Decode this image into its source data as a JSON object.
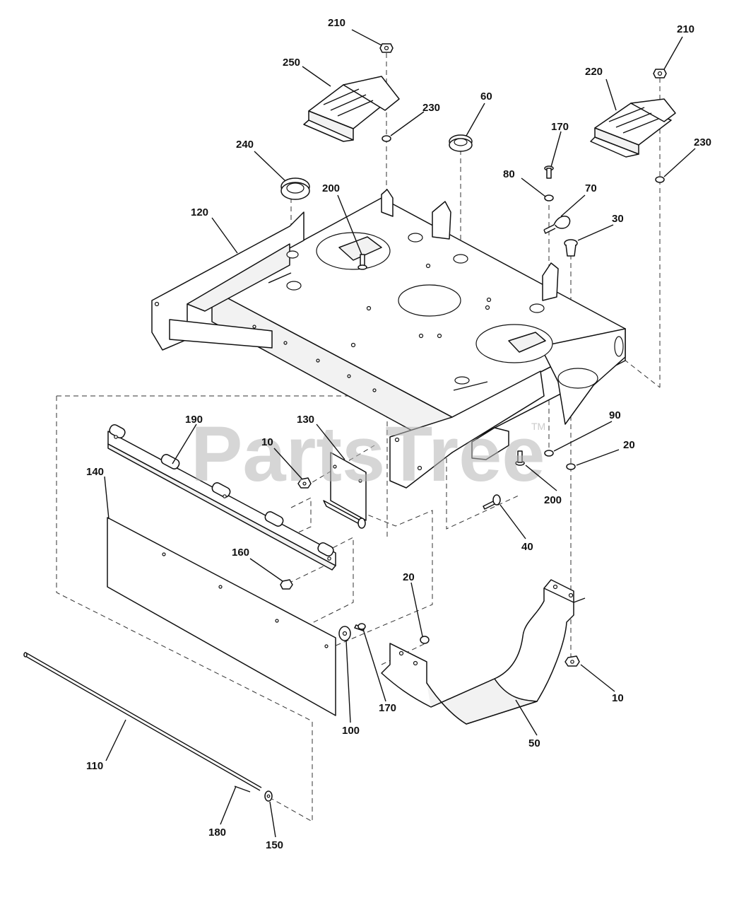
{
  "watermark": {
    "text": "PartsTree",
    "trademark": "TM"
  },
  "callouts": [
    {
      "id": "c210a",
      "label": "210"
    },
    {
      "id": "c250",
      "label": "250"
    },
    {
      "id": "c230a",
      "label": "230"
    },
    {
      "id": "c60",
      "label": "60"
    },
    {
      "id": "c210b",
      "label": "210"
    },
    {
      "id": "c220",
      "label": "220"
    },
    {
      "id": "c230b",
      "label": "230"
    },
    {
      "id": "c240",
      "label": "240"
    },
    {
      "id": "c200a",
      "label": "200"
    },
    {
      "id": "c170a",
      "label": "170"
    },
    {
      "id": "c80",
      "label": "80"
    },
    {
      "id": "c70",
      "label": "70"
    },
    {
      "id": "c30",
      "label": "30"
    },
    {
      "id": "c120",
      "label": "120"
    },
    {
      "id": "c190",
      "label": "190"
    },
    {
      "id": "c130",
      "label": "130"
    },
    {
      "id": "c10a",
      "label": "10"
    },
    {
      "id": "c140",
      "label": "140"
    },
    {
      "id": "c90",
      "label": "90"
    },
    {
      "id": "c20a",
      "label": "20"
    },
    {
      "id": "c200b",
      "label": "200"
    },
    {
      "id": "c40",
      "label": "40"
    },
    {
      "id": "c160",
      "label": "160"
    },
    {
      "id": "c20b",
      "label": "20"
    },
    {
      "id": "c170b",
      "label": "170"
    },
    {
      "id": "c100",
      "label": "100"
    },
    {
      "id": "c10b",
      "label": "10"
    },
    {
      "id": "c50",
      "label": "50"
    },
    {
      "id": "c110",
      "label": "110"
    },
    {
      "id": "c180",
      "label": "180"
    },
    {
      "id": "c150",
      "label": "150"
    }
  ]
}
